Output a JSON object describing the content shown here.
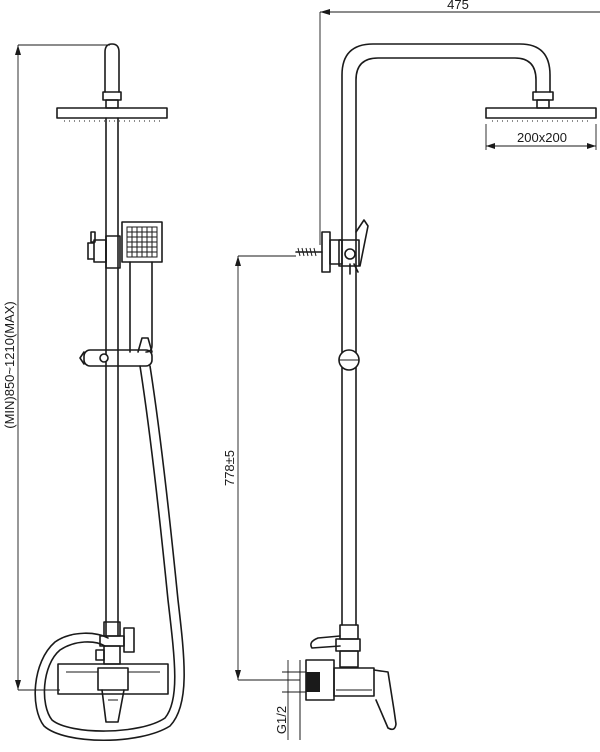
{
  "dimensions": {
    "overall_width": "475",
    "head_size": "200x200",
    "height_range": "(MIN)850~1210(MAX)",
    "outlet_height": "778±5",
    "inlet_thread": "G1/2"
  }
}
